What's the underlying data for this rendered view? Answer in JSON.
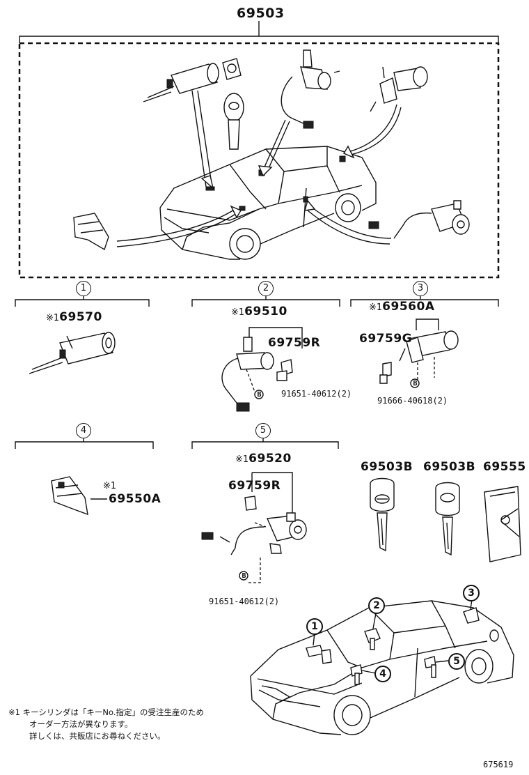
{
  "assembly": {
    "part_no": "69503"
  },
  "sections": [
    {
      "index": "1",
      "mark": "※1",
      "part_no": "69570"
    },
    {
      "index": "2",
      "mark": "※1",
      "part_no": "69510",
      "sub_part": "69759R",
      "bolt_part": "91651-40612(2)",
      "bolt_mark": "B"
    },
    {
      "index": "3",
      "mark": "※1",
      "part_no": "69560A",
      "sub_part": "69759G",
      "bolt_part": "91666-40618(2)",
      "bolt_mark": "B"
    },
    {
      "index": "4",
      "mark": "※1",
      "part_no": "69550A"
    },
    {
      "index": "5",
      "mark": "※1",
      "part_no": "69520",
      "sub_part": "69759R",
      "bolt_part": "91651-40612(2)",
      "bolt_mark": "B"
    }
  ],
  "keys": [
    {
      "part_no": "69503B"
    },
    {
      "part_no": "69503B"
    },
    {
      "part_no": "69555"
    }
  ],
  "car_callouts": [
    "1",
    "2",
    "3",
    "4",
    "5"
  ],
  "footnote": {
    "mark": "※1",
    "lines": [
      "キーシリンダは「キーNo.指定」の受注生産のため",
      "オーダー方法が異なります。",
      "詳しくは、共販店にお尋ねください。"
    ]
  },
  "figure_no": "675619"
}
